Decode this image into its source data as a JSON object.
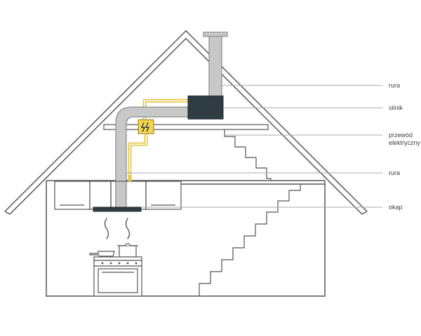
{
  "labels": {
    "pipe_top": "rura",
    "motor": "silnik",
    "cable_line1": "przewód",
    "cable_line2": "elektryczny",
    "pipe_bottom": "rura",
    "hood": "okap"
  },
  "icons": {
    "electric_box": "lightning-icon"
  },
  "colors": {
    "outline": "#555555",
    "pipe_fill": "#c8c8c8",
    "pipe_stroke": "#8a8a8a",
    "cable": "#e6c84a",
    "motor_fill": "#2f3d42",
    "box_fill": "#f3d64e",
    "leader": "#a8a8a8"
  }
}
